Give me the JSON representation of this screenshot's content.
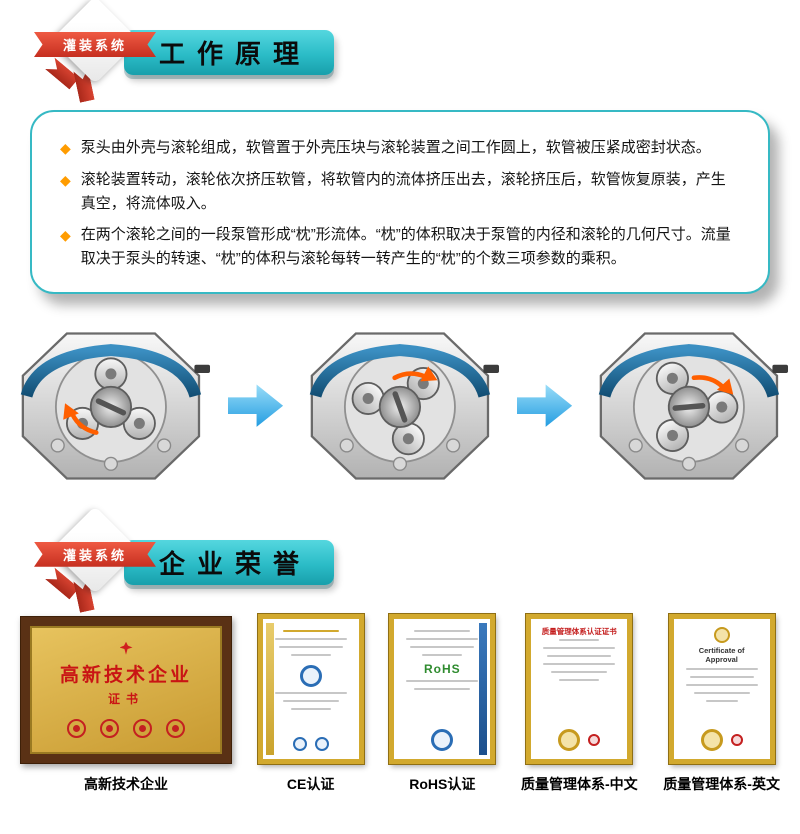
{
  "colors": {
    "banner_teal": "#2bbcc7",
    "ribbon_red": "#c62f20",
    "bullet_orange": "#ff9c00",
    "flow_arrow_blue": "#1e9ae0",
    "tube_blue": "#1d6fa3",
    "frame_gold": "#d2a92e",
    "frame_wood_brown": "#5a3115",
    "plaque_gold": "#d9b24a",
    "plaque_text_red": "#c91414"
  },
  "principle": {
    "badge": "灌装系统",
    "title": "工作原理",
    "bullets": [
      "泵头由外壳与滚轮组成，软管置于外壳压块与滚轮装置之间工作圆上，软管被压紧成密封状态。",
      "滚轮装置转动，滚轮依次挤压软管，将软管内的流体挤压出去，滚轮挤压后，软管恢复原装，产生真空，将流体吸入。",
      "在两个滚轮之间的一段泵管形成“枕”形流体。“枕”的体积取决于泵管的内径和滚轮的几何尺寸。流量取决于泵头的转速、“枕”的体积与滚轮每转一转产生的“枕”的个数三项参数的乘积。"
    ]
  },
  "honors": {
    "badge": "灌装系统",
    "title": "企业荣誉",
    "certificates": [
      {
        "caption": "高新技术企业",
        "inner_title": "高新技术企业",
        "inner_subtitle": "证书"
      },
      {
        "caption": "CE认证"
      },
      {
        "caption": "RoHS认证",
        "inner_title": "RoHS"
      },
      {
        "caption": "质量管理体系-中文",
        "inner_title": "质量管理体系认证证书"
      },
      {
        "caption": "质量管理体系-英文",
        "inner_title": "Certificate of Approval"
      }
    ]
  }
}
